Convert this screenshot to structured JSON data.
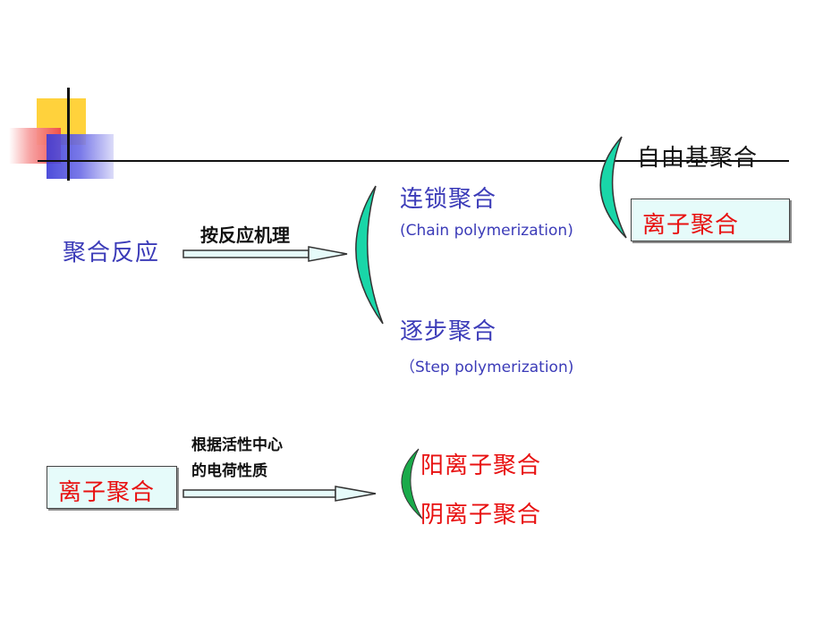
{
  "top_diagram": {
    "source": "聚合反应",
    "arrow_label": "按反应机理",
    "chain": {
      "title": "连锁聚合",
      "english": "(Chain polymerization)",
      "sub_types": [
        "自由基聚合",
        "离子聚合"
      ]
    },
    "step": {
      "title": "逐步聚合",
      "english": "（Step polymerization)"
    }
  },
  "bottom_diagram": {
    "source": "离子聚合",
    "arrow_label_line1": "根据活性中心",
    "arrow_label_line2": "的电荷性质",
    "sub_types": [
      "阳离子聚合",
      "阴离子聚合"
    ]
  },
  "colors": {
    "blue_text": "#3b3bb8",
    "red_text": "#e81010",
    "brace_teal": "#19d6a8",
    "brace_green": "#1aaa4a",
    "box_fill": "#e6fbfa"
  }
}
